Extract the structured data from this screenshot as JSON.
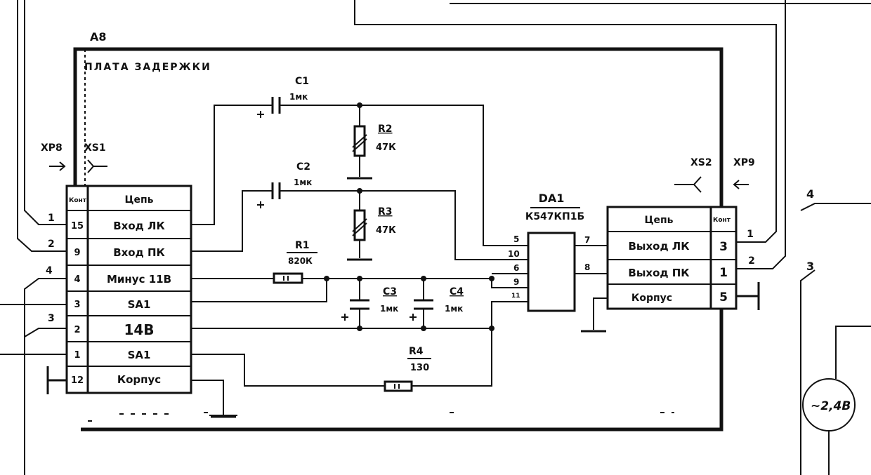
{
  "board": {
    "ref": "A8",
    "title": "ПЛАТА ЗАДЕРЖКИ"
  },
  "connectors": {
    "xp8": "XP8",
    "xs1": "XS1",
    "xs2": "XS2",
    "xp9": "XP9"
  },
  "left_table": {
    "header_pin": "Конт",
    "header_net": "Цепь",
    "rows": [
      {
        "pin": "15",
        "net": "Вход ЛК",
        "wire": "1"
      },
      {
        "pin": "9",
        "net": "Вход ПК",
        "wire": "2"
      },
      {
        "pin": "4",
        "net": "Минус 11В",
        "wire": "4"
      },
      {
        "pin": "3",
        "net": "SA1",
        "wire": ""
      },
      {
        "pin": "2",
        "net": "14В",
        "wire": "3"
      },
      {
        "pin": "1",
        "net": "SA1",
        "wire": ""
      },
      {
        "pin": "12",
        "net": "Корпус",
        "wire": ""
      }
    ]
  },
  "right_table": {
    "header_net": "Цепь",
    "header_pin": "Конт",
    "rows": [
      {
        "net": "Выход ЛК",
        "pin": "3",
        "wire": "1"
      },
      {
        "net": "Выход ПК",
        "pin": "1",
        "wire": "2"
      },
      {
        "net": "Корпус",
        "pin": "5",
        "wire": ""
      }
    ]
  },
  "ic": {
    "ref": "DA1",
    "type": "К547КП1Б",
    "pins": [
      "5",
      "10",
      "6",
      "9",
      "11",
      "7",
      "8"
    ]
  },
  "components": {
    "c1": {
      "ref": "C1",
      "value": "1мк"
    },
    "c2": {
      "ref": "C2",
      "value": "1мк"
    },
    "c3": {
      "ref": "C3",
      "value": "1мк"
    },
    "c4": {
      "ref": "C4",
      "value": "1мк"
    },
    "r1": {
      "ref": "R1",
      "value": "820К"
    },
    "r2": {
      "ref": "R2",
      "value": "47К"
    },
    "r3": {
      "ref": "R3",
      "value": "47К"
    },
    "r4": {
      "ref": "R4",
      "value": "130"
    }
  },
  "external": {
    "block_ref": "4",
    "wire3": "3",
    "lamp": "~2,4В"
  }
}
